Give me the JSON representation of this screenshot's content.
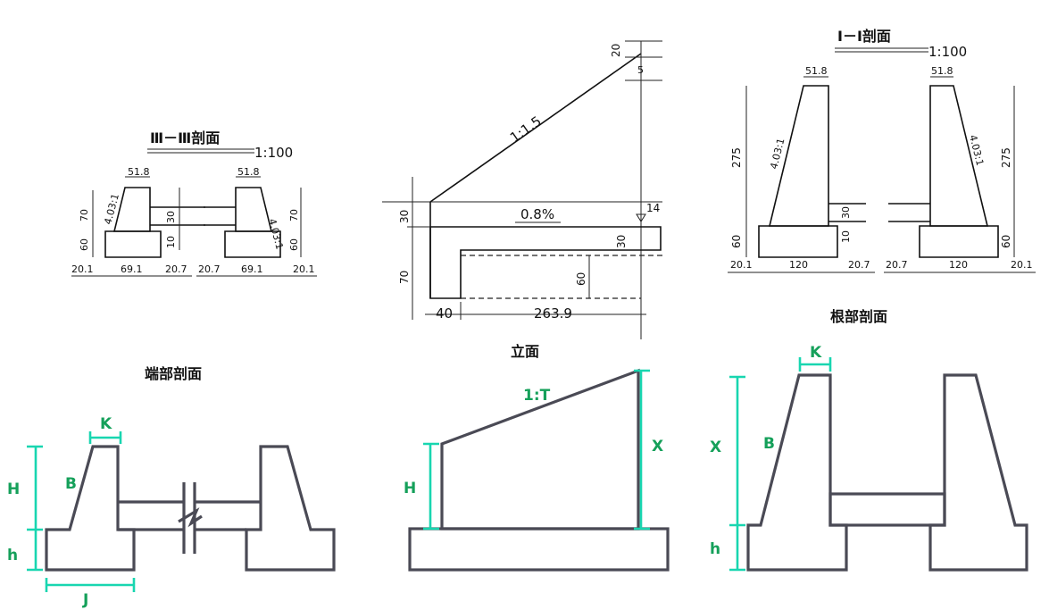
{
  "colors": {
    "line": "#111111",
    "schematic": "#4a4a55",
    "param_label": "#15a05a",
    "param_dim": "#18d6b0"
  },
  "section_III": {
    "title": "Ⅲ－Ⅲ剖面",
    "scale": "1:100",
    "dims": {
      "top": "51.8",
      "slope": "4.03:1",
      "h70": "70",
      "h60": "60",
      "notch30": "30",
      "notch10": "10",
      "b1": "20.1",
      "b2": "69.1",
      "b3": "20.7"
    }
  },
  "elevation_drawing": {
    "title": "立面",
    "slope": "1:1.5",
    "grade": "0.8%",
    "dims": {
      "d20": "20",
      "d5": "5",
      "d14": "14",
      "d30": "30",
      "d30b": "30",
      "d70": "70",
      "d60": "60",
      "d40": "40",
      "span": "263.9"
    }
  },
  "section_I": {
    "title": "Ⅰ－Ⅰ剖面",
    "scale": "1:100",
    "dims": {
      "top": "51.8",
      "slope": "4.03:1",
      "h275": "275",
      "h60": "60",
      "notch30": "30",
      "notch10": "10",
      "b1": "20.1",
      "b2": "120",
      "b3": "20.7"
    }
  },
  "schematics": {
    "end": {
      "title": "端部剖面",
      "labels": {
        "H": "H",
        "h": "h",
        "B": "B",
        "K": "K",
        "J": "J"
      }
    },
    "elevation": {
      "title": "立面",
      "labels": {
        "H": "H",
        "X": "X",
        "T": "1:T"
      }
    },
    "root": {
      "title": "根部剖面",
      "labels": {
        "X": "X",
        "h": "h",
        "B": "B",
        "K": "K"
      }
    }
  }
}
